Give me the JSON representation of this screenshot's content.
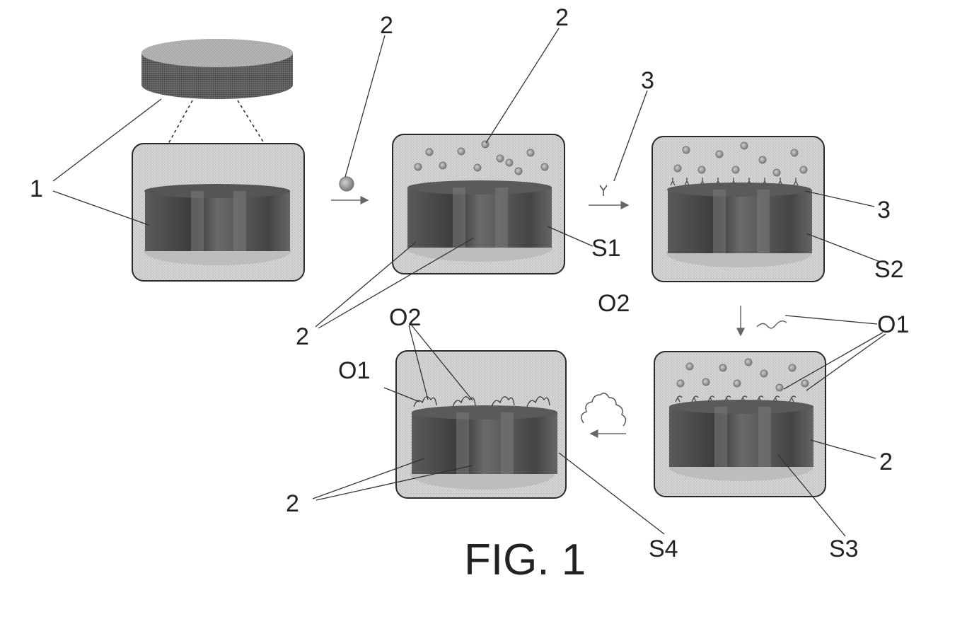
{
  "figure": {
    "caption": "FIG. 1"
  },
  "labels": {
    "support": "1",
    "particle": "2",
    "linker": "3",
    "oligo_1": "O1",
    "oligo_2": "O2",
    "step_1": "S1",
    "step_2": "S2",
    "step_3": "S3",
    "step_4": "S4"
  },
  "colors": {
    "panel_fill": "#cfcfcf",
    "panel_stroke": "#2a2a2a",
    "cylinder_dark": "#4a4a4a",
    "cylinder_mid": "#7a7a7a",
    "base_light": "#b8b8b8",
    "particle": "#8f8f8f",
    "line": "#333333"
  }
}
